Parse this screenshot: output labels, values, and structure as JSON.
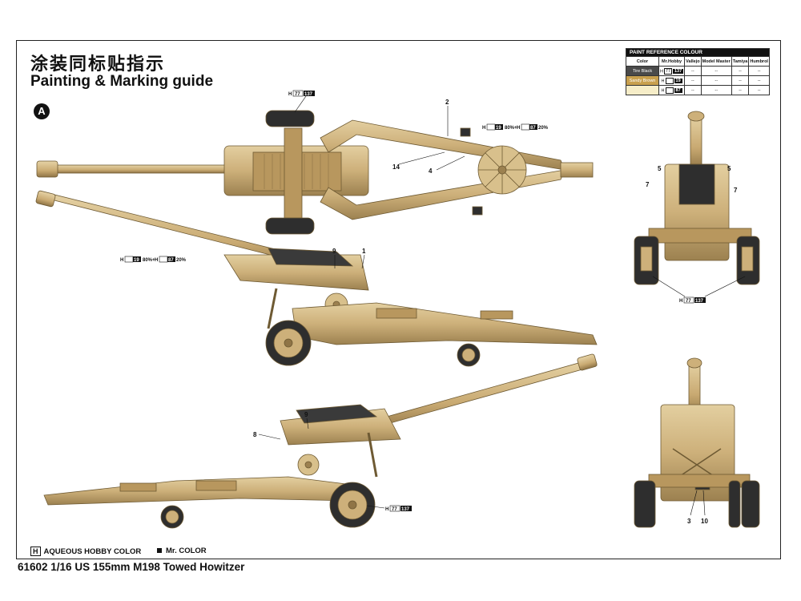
{
  "header": {
    "title_cn": "涂装同标贴指示",
    "title_en": "Painting & Marking guide",
    "badge": "A"
  },
  "paint_table": {
    "caption": "PAINT REFERENCE COLOUR",
    "columns": [
      "Color",
      "Mr.Hobby",
      "Vallejo",
      "Model Master",
      "Tamiya",
      "Humbrol"
    ],
    "rows": [
      {
        "name": "Tire Black",
        "swatch_color": "#4a4a4a",
        "hobby": "77",
        "hobby_num": "137",
        "cells": [
          "--",
          "--",
          "--",
          "--"
        ]
      },
      {
        "name": "Sandy Brown",
        "swatch_color": "#c9a04e",
        "hobby": "",
        "hobby_num": "19",
        "cells": [
          "--",
          "--",
          "--",
          "--"
        ]
      },
      {
        "name": "",
        "swatch_color": "#f6edc8",
        "hobby": "",
        "hobby_num": "87",
        "cells": [
          "--",
          "--",
          "--",
          "--"
        ]
      }
    ]
  },
  "callouts": {
    "top_wheel": {
      "h": "H",
      "a": "77",
      "b": "137"
    },
    "top_mix": {
      "h": "H",
      "a": "19",
      "pct_a": "80%+",
      "h2": "H",
      "b": "87",
      "pct_b": "20%"
    },
    "side_mix": {
      "h": "H",
      "a": "19",
      "pct_a": "80%+",
      "h2": "H",
      "b": "87",
      "pct_b": "20%"
    },
    "front_wheel": {
      "h": "H",
      "a": "77",
      "b": "137"
    },
    "low_wheel": {
      "h": "H",
      "a": "77",
      "b": "137"
    }
  },
  "part_numbers": {
    "top": [
      "2",
      "14",
      "4"
    ],
    "side_upper": [
      "9",
      "1"
    ],
    "side_lower": [
      "9",
      "8"
    ],
    "front": [
      "5",
      "5",
      "7",
      "7"
    ],
    "rear": [
      "3",
      "10"
    ]
  },
  "legend": {
    "aqueous_mark": "H",
    "aqueous_label": "AQUEOUS HOBBY COLOR",
    "mr_label": "Mr. COLOR"
  },
  "footer": {
    "text": "61602 1/16  US 155mm M198 Towed  Howitzer"
  },
  "colors": {
    "sand": "#cdb07a",
    "sand_dark": "#9c8150",
    "sand_light": "#e3cfa0",
    "tire": "#2e2e2e"
  }
}
